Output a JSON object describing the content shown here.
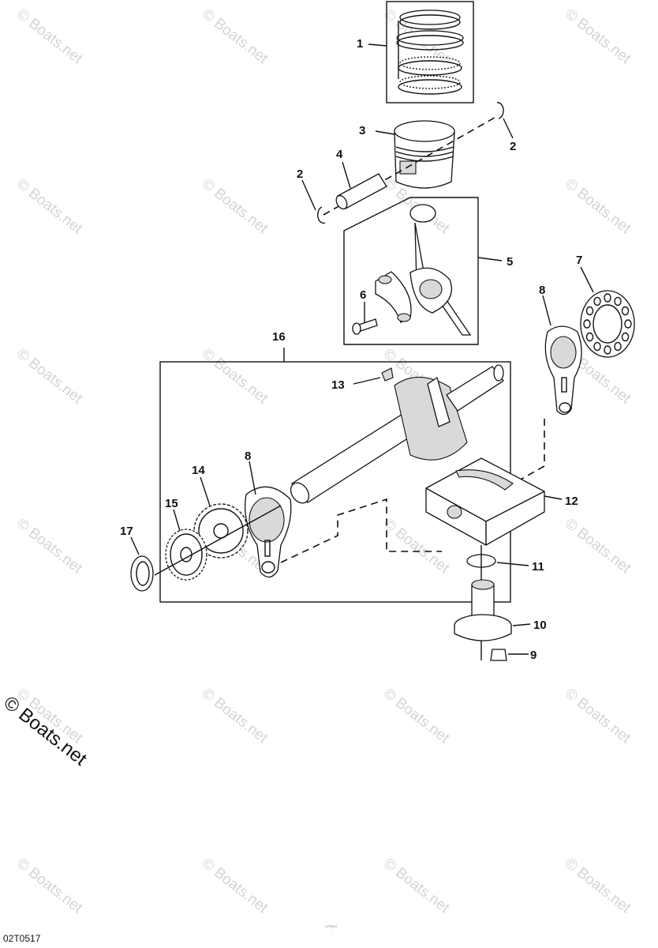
{
  "watermark": "© Boats.net",
  "diagram_code": "02T0517",
  "fine_print": [
    "02T0517",
    "..."
  ],
  "callouts": {
    "c1": "1",
    "c2a": "2",
    "c2b": "2",
    "c3": "3",
    "c4": "4",
    "c5": "5",
    "c6": "6",
    "c7": "7",
    "c8a": "8",
    "c8b": "8",
    "c9": "9",
    "c10": "10",
    "c11": "11",
    "c12": "12",
    "c13": "13",
    "c14": "14",
    "c15": "15",
    "c16": "16",
    "c17": "17"
  },
  "parts": {
    "1": "piston-ring-set",
    "2": "piston-pin-clip",
    "3": "piston",
    "4": "piston-pin",
    "5": "connecting-rod-assembly",
    "6": "rod-bolt",
    "7": "thrust-bearing",
    "8": "balancer-weight",
    "9": "flange-bolt",
    "10": "bearing-housing",
    "11": "o-ring",
    "12": "main-bearing-cap",
    "13": "woodruff-key",
    "14": "crank-gear",
    "15": "drive-gear",
    "16": "crankshaft-assembly",
    "17": "thrust-washer"
  }
}
